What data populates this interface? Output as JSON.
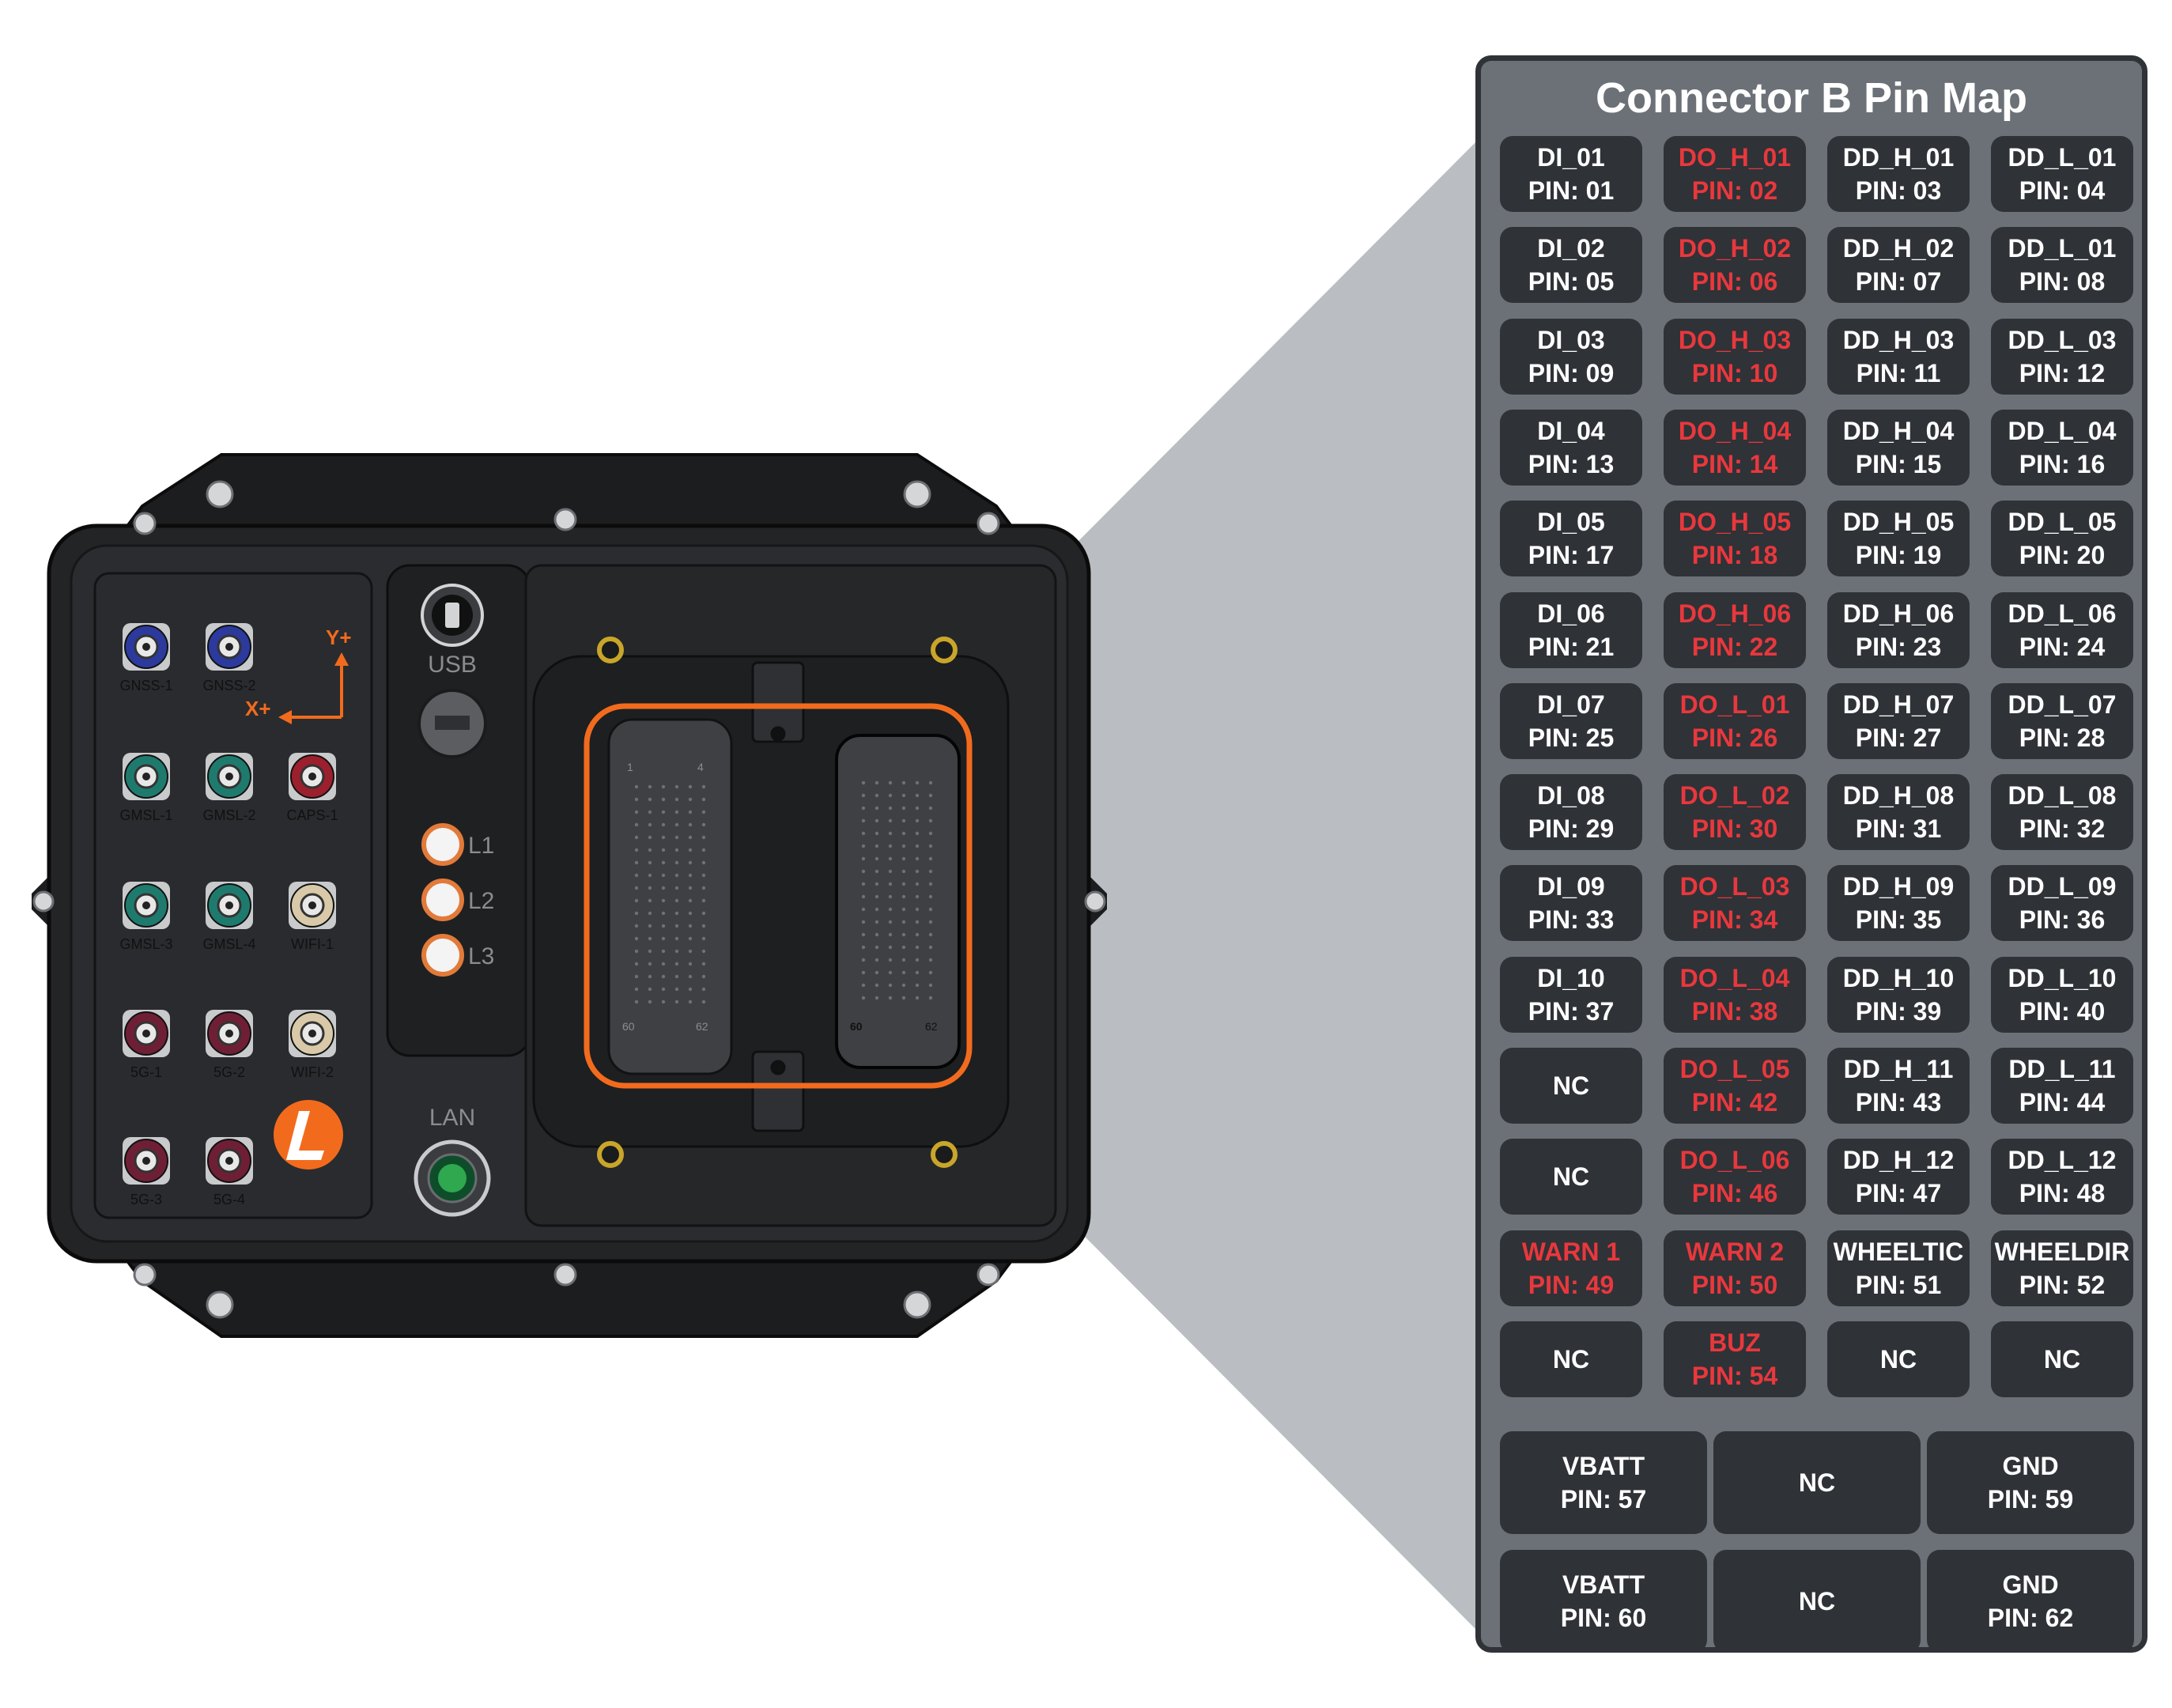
{
  "panel_title": "Connector B Pin Map",
  "pin_rows": [
    [
      {
        "name": "DI_01",
        "pin": "PIN: 01",
        "red": false
      },
      {
        "name": "DO_H_01",
        "pin": "PIN: 02",
        "red": true
      },
      {
        "name": "DD_H_01",
        "pin": "PIN: 03",
        "red": false
      },
      {
        "name": "DD_L_01",
        "pin": "PIN: 04",
        "red": false
      }
    ],
    [
      {
        "name": "DI_02",
        "pin": "PIN: 05",
        "red": false
      },
      {
        "name": "DO_H_02",
        "pin": "PIN: 06",
        "red": true
      },
      {
        "name": "DD_H_02",
        "pin": "PIN: 07",
        "red": false
      },
      {
        "name": "DD_L_01",
        "pin": "PIN: 08",
        "red": false
      }
    ],
    [
      {
        "name": "DI_03",
        "pin": "PIN: 09",
        "red": false
      },
      {
        "name": "DO_H_03",
        "pin": "PIN: 10",
        "red": true
      },
      {
        "name": "DD_H_03",
        "pin": "PIN: 11",
        "red": false
      },
      {
        "name": "DD_L_03",
        "pin": "PIN: 12",
        "red": false
      }
    ],
    [
      {
        "name": "DI_04",
        "pin": "PIN: 13",
        "red": false
      },
      {
        "name": "DO_H_04",
        "pin": "PIN: 14",
        "red": true
      },
      {
        "name": "DD_H_04",
        "pin": "PIN: 15",
        "red": false
      },
      {
        "name": "DD_L_04",
        "pin": "PIN: 16",
        "red": false
      }
    ],
    [
      {
        "name": "DI_05",
        "pin": "PIN: 17",
        "red": false
      },
      {
        "name": "DO_H_05",
        "pin": "PIN: 18",
        "red": true
      },
      {
        "name": "DD_H_05",
        "pin": "PIN: 19",
        "red": false
      },
      {
        "name": "DD_L_05",
        "pin": "PIN: 20",
        "red": false
      }
    ],
    [
      {
        "name": "DI_06",
        "pin": "PIN: 21",
        "red": false
      },
      {
        "name": "DO_H_06",
        "pin": "PIN: 22",
        "red": true
      },
      {
        "name": "DD_H_06",
        "pin": "PIN: 23",
        "red": false
      },
      {
        "name": "DD_L_06",
        "pin": "PIN: 24",
        "red": false
      }
    ],
    [
      {
        "name": "DI_07",
        "pin": "PIN: 25",
        "red": false
      },
      {
        "name": "DO_L_01",
        "pin": "PIN: 26",
        "red": true
      },
      {
        "name": "DD_H_07",
        "pin": "PIN: 27",
        "red": false
      },
      {
        "name": "DD_L_07",
        "pin": "PIN: 28",
        "red": false
      }
    ],
    [
      {
        "name": "DI_08",
        "pin": "PIN: 29",
        "red": false
      },
      {
        "name": "DO_L_02",
        "pin": "PIN: 30",
        "red": true
      },
      {
        "name": "DD_H_08",
        "pin": "PIN: 31",
        "red": false
      },
      {
        "name": "DD_L_08",
        "pin": "PIN: 32",
        "red": false
      }
    ],
    [
      {
        "name": "DI_09",
        "pin": "PIN: 33",
        "red": false
      },
      {
        "name": "DO_L_03",
        "pin": "PIN: 34",
        "red": true
      },
      {
        "name": "DD_H_09",
        "pin": "PIN: 35",
        "red": false
      },
      {
        "name": "DD_L_09",
        "pin": "PIN: 36",
        "red": false
      }
    ],
    [
      {
        "name": "DI_10",
        "pin": "PIN: 37",
        "red": false
      },
      {
        "name": "DO_L_04",
        "pin": "PIN: 38",
        "red": true
      },
      {
        "name": "DD_H_10",
        "pin": "PIN: 39",
        "red": false
      },
      {
        "name": "DD_L_10",
        "pin": "PIN: 40",
        "red": false
      }
    ],
    [
      {
        "name": "NC",
        "pin": "",
        "red": false
      },
      {
        "name": "DO_L_05",
        "pin": "PIN: 42",
        "red": true
      },
      {
        "name": "DD_H_11",
        "pin": "PIN: 43",
        "red": false
      },
      {
        "name": "DD_L_11",
        "pin": "PIN: 44",
        "red": false
      }
    ],
    [
      {
        "name": "NC",
        "pin": "",
        "red": false
      },
      {
        "name": "DO_L_06",
        "pin": "PIN: 46",
        "red": true
      },
      {
        "name": "DD_H_12",
        "pin": "PIN: 47",
        "red": false
      },
      {
        "name": "DD_L_12",
        "pin": "PIN: 48",
        "red": false
      }
    ],
    [
      {
        "name": "WARN 1",
        "pin": "PIN: 49",
        "red": true
      },
      {
        "name": "WARN 2",
        "pin": "PIN: 50",
        "red": true
      },
      {
        "name": "WHEELTIC",
        "pin": "PIN: 51",
        "red": false
      },
      {
        "name": "WHEELDIR",
        "pin": "PIN: 52",
        "red": false
      }
    ],
    [
      {
        "name": "NC",
        "pin": "",
        "red": false
      },
      {
        "name": "BUZ",
        "pin": "PIN: 54",
        "red": true
      },
      {
        "name": "NC",
        "pin": "",
        "red": false
      },
      {
        "name": "NC",
        "pin": "",
        "red": false
      }
    ]
  ],
  "power_rows": [
    [
      {
        "name": "VBATT",
        "pin": "PIN: 57"
      },
      {
        "name": "NC",
        "pin": ""
      },
      {
        "name": "GND",
        "pin": "PIN: 59"
      }
    ],
    [
      {
        "name": "VBATT",
        "pin": "PIN: 60"
      },
      {
        "name": "NC",
        "pin": ""
      },
      {
        "name": "GND",
        "pin": "PIN: 62"
      }
    ]
  ],
  "device": {
    "coax_ports": [
      {
        "label": "GNSS-1",
        "color": "#2b3a9c"
      },
      {
        "label": "GNSS-2",
        "color": "#2b3a9c"
      },
      {
        "label": "GMSL-1",
        "color": "#1f7a6e"
      },
      {
        "label": "GMSL-2",
        "color": "#1f7a6e"
      },
      {
        "label": "CAPS-1",
        "color": "#9c1f2e"
      },
      {
        "label": "GMSL-3",
        "color": "#1f7a6e"
      },
      {
        "label": "GMSL-4",
        "color": "#1f7a6e"
      },
      {
        "label": "WIFI-1",
        "color": "#d9c9a8"
      },
      {
        "label": "5G-1",
        "color": "#6e1f36"
      },
      {
        "label": "5G-2",
        "color": "#6e1f36"
      },
      {
        "label": "WIFI-2",
        "color": "#d9c9a8"
      },
      {
        "label": "5G-3",
        "color": "#6e1f36"
      },
      {
        "label": "5G-4",
        "color": "#6e1f36"
      }
    ],
    "axis_y_label": "Y+",
    "axis_x_label": "X+",
    "usb_label": "USB",
    "lan_label": "LAN",
    "led_labels": [
      "L1",
      "L2",
      "L3"
    ],
    "connector_pin_first": "1",
    "connector_pin_fourth": "4",
    "connector_pin_60": "60",
    "connector_pin_62": "62",
    "accent_color": "#f26b1d"
  }
}
